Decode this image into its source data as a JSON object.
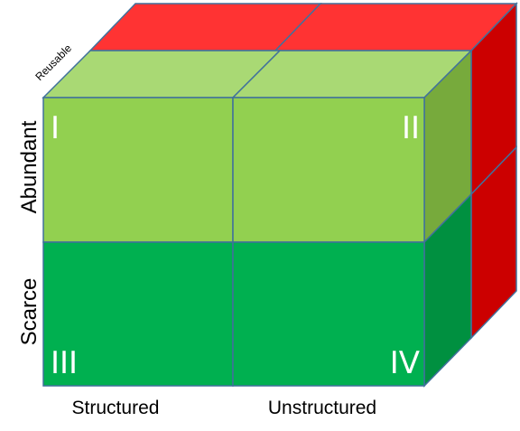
{
  "cube": {
    "quadrants": [
      {
        "numeral": "I"
      },
      {
        "numeral": "II"
      },
      {
        "numeral": "III"
      },
      {
        "numeral": "IV"
      }
    ]
  },
  "axes": {
    "vertical": {
      "top_label": "Abundant",
      "bottom_label": "Scarce"
    },
    "horizontal": {
      "left_label": "Structured",
      "right_label": "Unstructured"
    },
    "depth": {
      "label": "Reusable"
    }
  },
  "colors": {
    "abundant_front": "#92d050",
    "abundant_top": "#a9d974",
    "abundant_side": "#77aa3c",
    "scarce_front": "#00b050",
    "scarce_side": "#009040",
    "reusable_top": "#ff3333",
    "reusable_side": "#cc0000",
    "edge": "#41719c"
  }
}
